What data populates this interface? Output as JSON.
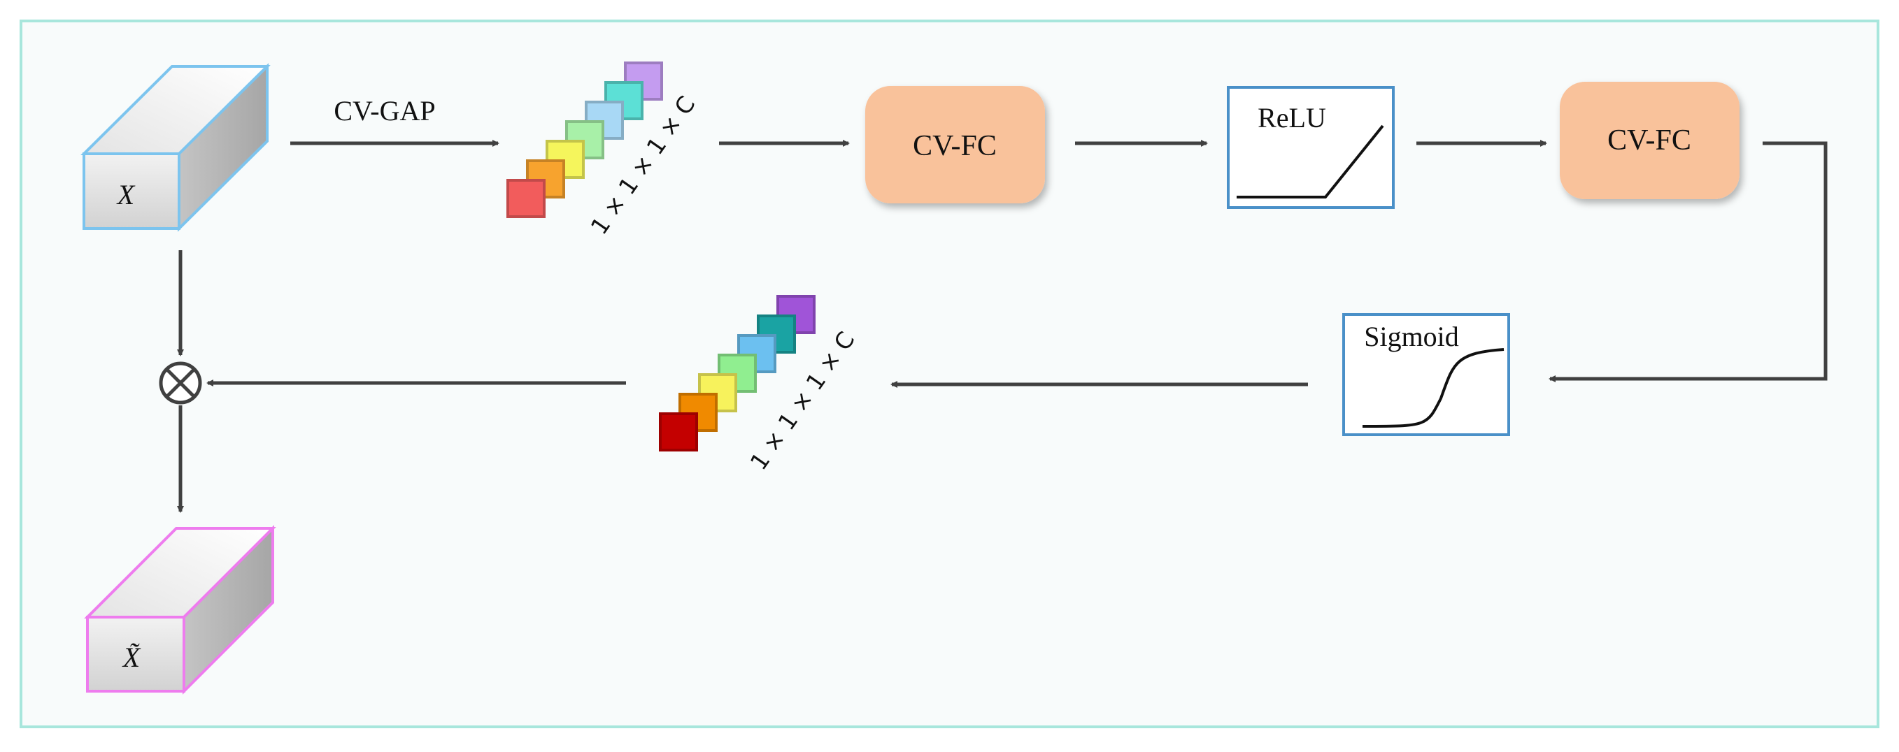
{
  "input_tensor": {
    "label": "X"
  },
  "output_tensor": {
    "label": "X̃"
  },
  "pool": {
    "label": "CV-GAP"
  },
  "descriptor_top": {
    "dims": "1 × 1 × 1 × C"
  },
  "descriptor_bottom": {
    "dims": "1 × 1 × 1 × C"
  },
  "fc1": {
    "label": "CV-FC"
  },
  "relu": {
    "label": "ReLU"
  },
  "fc2": {
    "label": "CV-FC"
  },
  "sigmoid": {
    "label": "Sigmoid"
  },
  "multiply": {
    "symbol": "⊗"
  },
  "colors": {
    "panel_border": "#a8e6dc",
    "panel_fill": "#f8fbfb",
    "input_edge": "#7cc4ee",
    "output_edge": "#ee7cee",
    "fc_fill": "#f9c29b",
    "act_border": "#4a90c8",
    "arrow": "#404040",
    "stack_top": [
      "#f25c5c",
      "#f7a32e",
      "#f5f55c",
      "#a8f0a8",
      "#a8d8f5",
      "#5ce0d6",
      "#c49cf0"
    ],
    "stack_bottom": [
      "#c40000",
      "#f08a00",
      "#f7f25c",
      "#90ee90",
      "#6cc0f0",
      "#1aa3a3",
      "#a054d8"
    ]
  }
}
